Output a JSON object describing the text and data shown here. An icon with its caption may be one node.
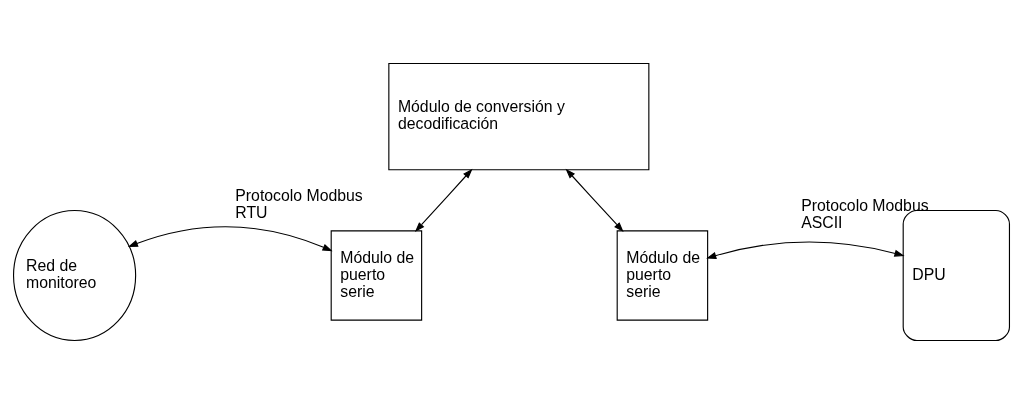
{
  "diagram": {
    "nodes": [
      {
        "text": [
          "Módulo de conversión y decodificación"
        ]
      },
      {
        "text": [
          "Red de monitoreo"
        ]
      },
      {
        "text": [
          "Módulo de puerto serie"
        ]
      },
      {
        "text": [
          "Módulo de puerto serie"
        ]
      },
      {
        "text": [
          "DPU"
        ]
      }
    ],
    "edges": [
      {
        "from": 0,
        "to": 2,
        "arrow": "both"
      },
      {
        "from": 0,
        "to": 3,
        "arrow": "both"
      },
      {
        "from": 1,
        "to": 2,
        "arrow": "both",
        "label": "Protocolo Modbus RTU"
      },
      {
        "from": 3,
        "to": 4,
        "arrow": "both",
        "label": "Protocolo Modbus ASCII"
      }
    ]
  }
}
